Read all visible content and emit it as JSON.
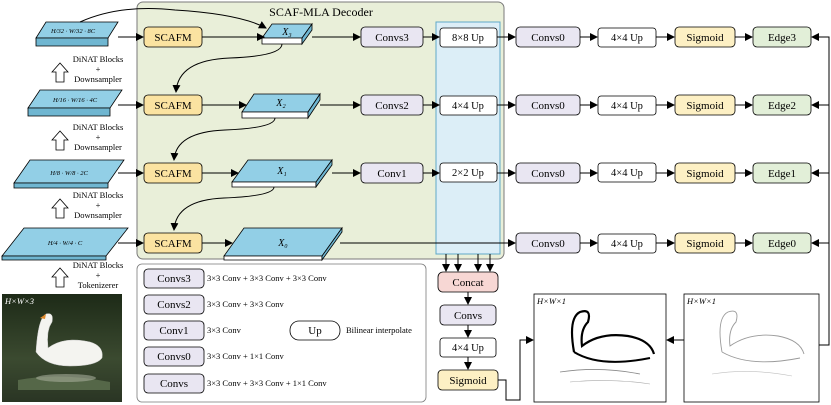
{
  "decoder_title": "SCAF-MLA Decoder",
  "scafm": "SCAFM",
  "features": {
    "f3": "X₃",
    "f2": "X₂",
    "f1": "X₁",
    "f0": "X₀"
  },
  "slabs": {
    "s3": "H/32 · W/32 · 8C",
    "s2": "H/16 · W/16 · 4C",
    "s1": "H/8 · W/8 · 2C",
    "s0": "H/4 · W/4 · C"
  },
  "encoder_labels": {
    "dinat": [
      "DiNAT Blocks",
      "+",
      "Downsampler"
    ],
    "tokenizer": [
      "DiNAT Blocks",
      "+",
      "Tokenizerer"
    ]
  },
  "input_label": "H×W×3",
  "convs": {
    "c3": "Convs3",
    "c2": "Convs2",
    "c1": "Conv1",
    "c0": "Convs0"
  },
  "ups": {
    "u3": "8×8 Up",
    "u2": "4×4 Up",
    "u1": "2×2 Up",
    "u44": "4×4 Up"
  },
  "sigmoid": "Sigmoid",
  "edges": {
    "e3": "Edge3",
    "e2": "Edge2",
    "e1": "Edge1",
    "e0": "Edge0"
  },
  "concat": "Concat",
  "bottom_convs": "Convs",
  "output_labels": {
    "pred": "H×W×1",
    "gt": "H×W×1"
  },
  "legend": [
    {
      "key": "Convs3",
      "desc": "3×3 Conv + 3×3 Conv + 3×3 Conv"
    },
    {
      "key": "Convs2",
      "desc": "3×3 Conv + 3×3 Conv"
    },
    {
      "key": "Conv1",
      "desc": "3×3 Conv"
    },
    {
      "key": "Convs0",
      "desc": "3×3 Conv + 1×1 Conv"
    },
    {
      "key": "Convs",
      "desc": "3×3 Conv + 3×3 Conv + 1×1 Conv"
    }
  ],
  "legend_up": {
    "key": "Up",
    "desc": "Bilinear interpolate"
  },
  "colors": {
    "decoder_bg": "#e9efd9",
    "scafm": "#fbe3a1",
    "slab": "#92cfe6",
    "concat_col": "#dceef7",
    "conv": "#e9e6f2",
    "sigmoid": "#fdf0c4",
    "edge": "#e2efd8",
    "concat": "#f7d7d4"
  }
}
